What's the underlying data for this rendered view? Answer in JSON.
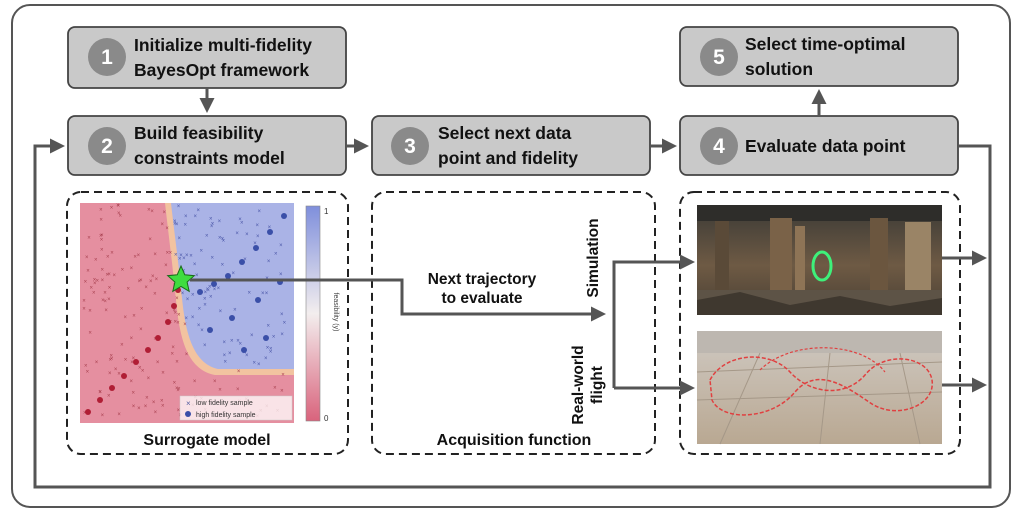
{
  "steps": [
    {
      "num": "1",
      "line1": "Initialize multi-fidelity",
      "line2": "BayesOpt framework"
    },
    {
      "num": "2",
      "line1": "Build feasibility",
      "line2": "constraints model"
    },
    {
      "num": "3",
      "line1": "Select next data",
      "line2": "point and fidelity"
    },
    {
      "num": "4",
      "line1": "Evaluate data point",
      "line2": ""
    },
    {
      "num": "5",
      "line1": "Select time-optimal",
      "line2": "solution"
    }
  ],
  "panels": {
    "surrogate_caption": "Surrogate model",
    "acquisition_caption": "Acquisition function"
  },
  "surrogate_plot": {
    "colorbar_label": "feasibility (y)",
    "colorbar_max": "1",
    "colorbar_min": "0",
    "legend_low": "low fidelity sample",
    "legend_high": "high fidelity sample",
    "colors": {
      "feasible": "#aab3e6",
      "infeasible": "#e58fa0",
      "boundary": "#f2c3a0",
      "star": "#3fdc3f"
    }
  },
  "flow": {
    "next_line1": "Next trajectory",
    "next_line2": "to evaluate",
    "sim_label": "Simulation",
    "real_line1": "Real-world",
    "real_line2": "flight"
  },
  "colors": {
    "box_fill": "#c9c9c9",
    "box_stroke": "#444444",
    "circle_fill": "#8a8a8a",
    "arrow": "#555555"
  }
}
